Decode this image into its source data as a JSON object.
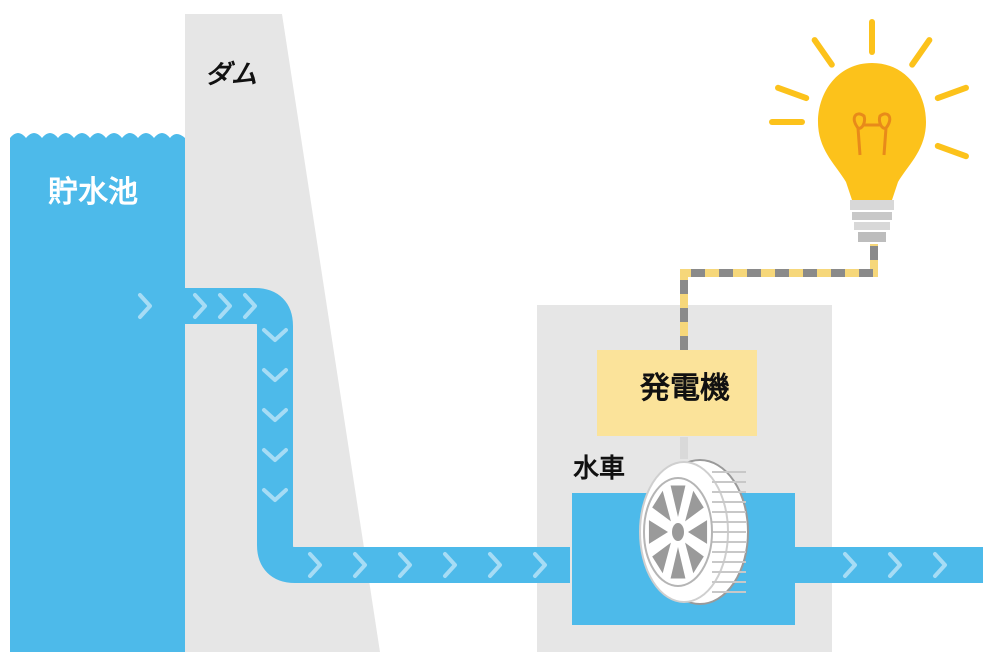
{
  "labels": {
    "dam": "ダム",
    "reservoir": "貯水池",
    "generator": "発電機",
    "water_wheel": "水車"
  },
  "colors": {
    "water": "#4dbaea",
    "water_light": "#a6dcf5",
    "dam": "#e6e6e6",
    "powerhouse": "#e6e6e6",
    "generator": "#fbe39a",
    "bulb": "#fcc21b",
    "bulb_rays": "#fcc21b",
    "wire_yellow": "#f6d77a",
    "wire_gray": "#8a8a8a",
    "wheel": "#ffffff",
    "wheel_spokes": "#9a9a9a",
    "text": "#111111"
  },
  "icons": {
    "bulb": "light-bulb-icon",
    "wheel": "water-wheel-icon",
    "flow": "chevron-right-icon"
  }
}
